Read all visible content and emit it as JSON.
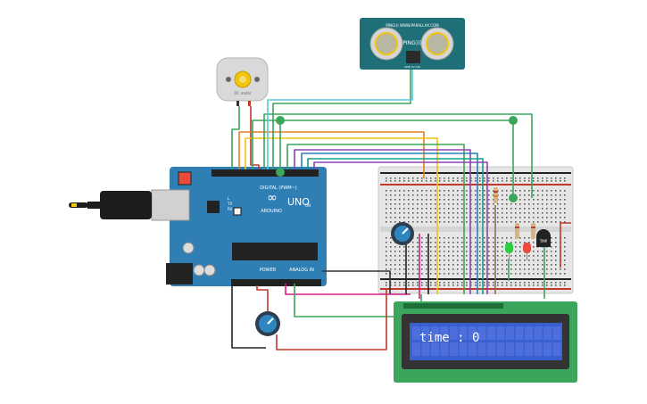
{
  "motor": {
    "label": "DC motor"
  },
  "sensor": {
    "top_text": "PING))) WWW.PARALLAX.COM",
    "name": "PING)))",
    "pins": "GND 5V SIG"
  },
  "arduino": {
    "brand": "ARDUINO",
    "model": "UNO",
    "digital_label": "DIGITAL (PWM~)",
    "analog_label": "ANALOG IN",
    "power_label": "POWER",
    "on_label": "ON",
    "tx": "TX",
    "rx": "RX",
    "l": "L"
  },
  "sensor_small": {
    "label": "TMP"
  },
  "lcd": {
    "text": "time : 0"
  }
}
